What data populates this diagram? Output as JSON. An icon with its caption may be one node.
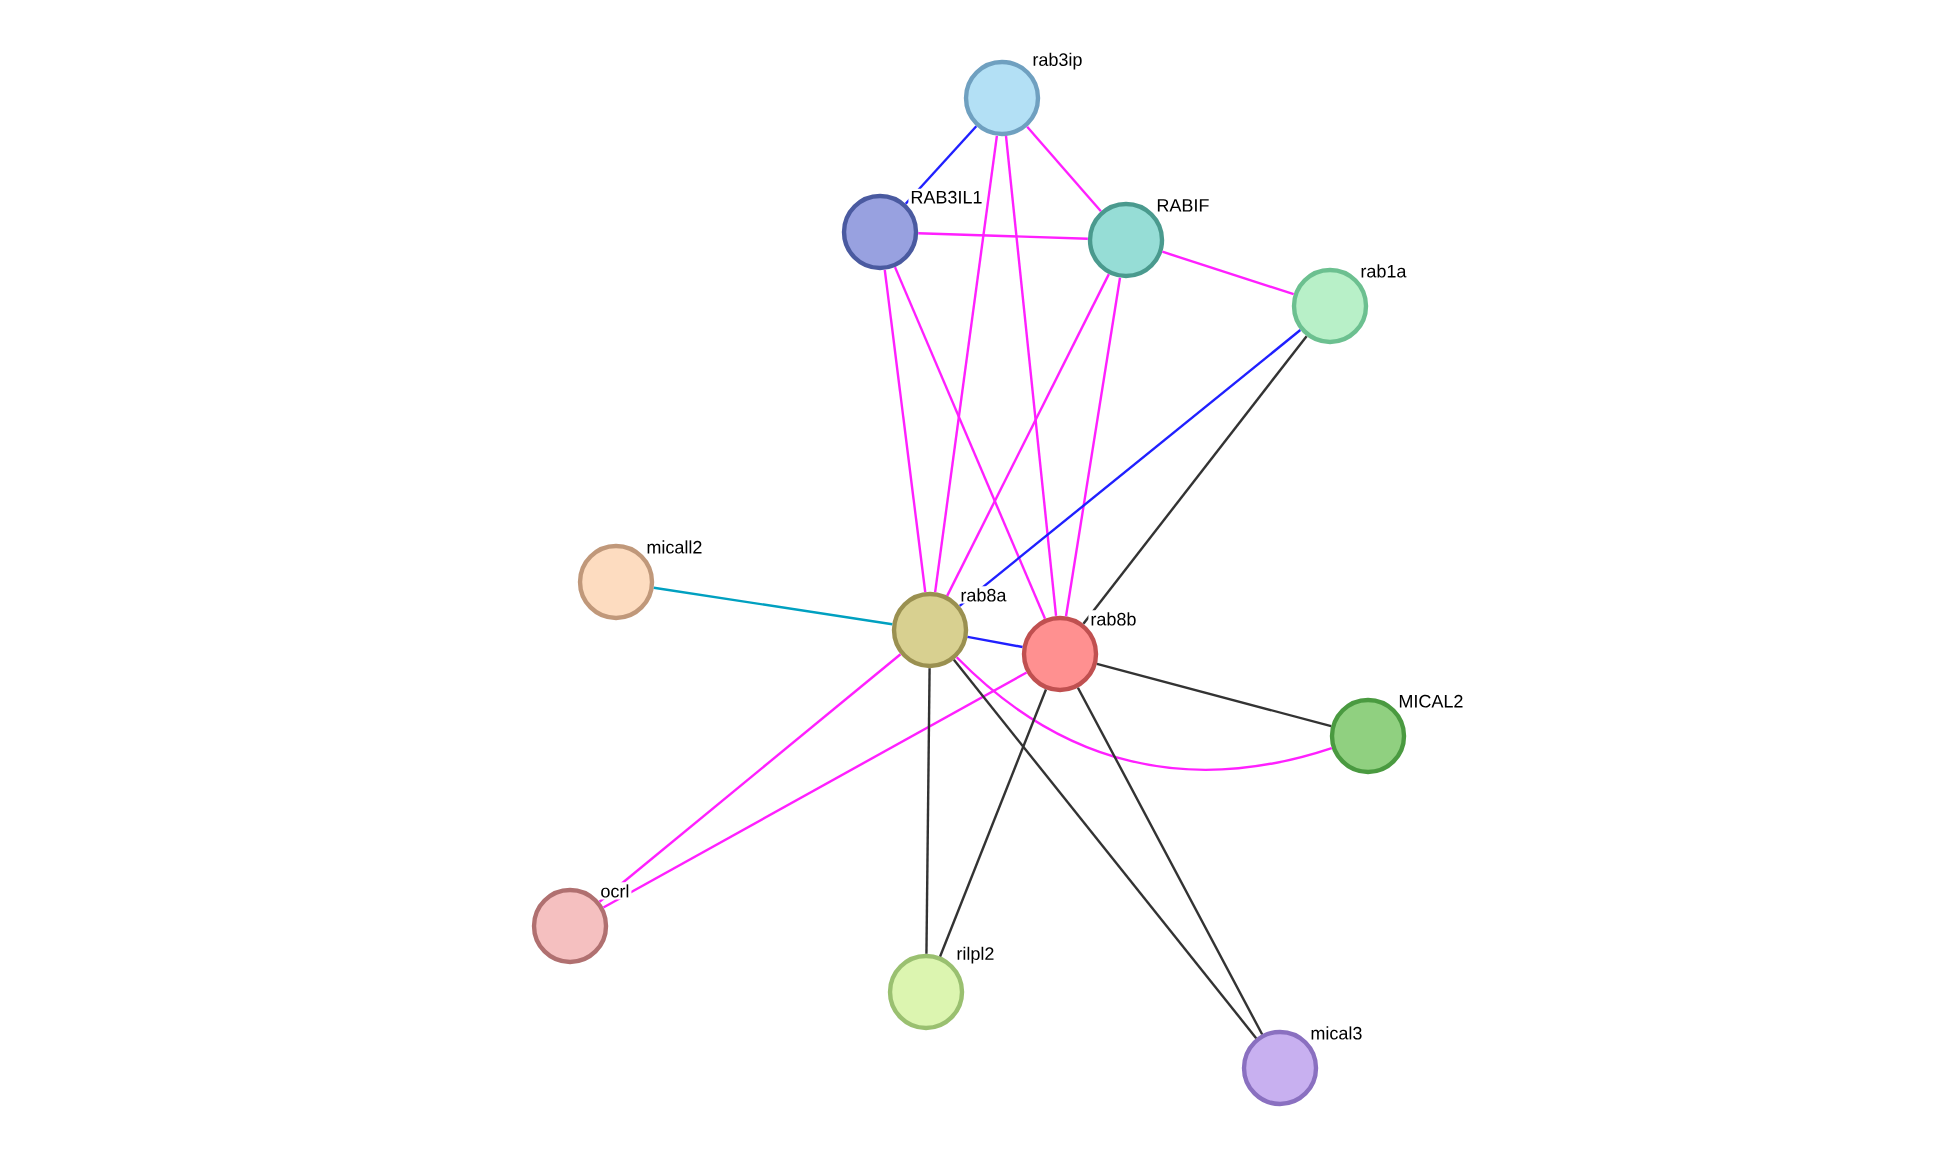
{
  "diagram": {
    "nodes": [
      {
        "text": [
          "rab3ip"
        ]
      },
      {
        "text": [
          "RAB3IL1"
        ]
      },
      {
        "text": [
          "RABIF"
        ]
      },
      {
        "text": [
          "rab1a"
        ]
      },
      {
        "text": [
          "micall2"
        ]
      },
      {
        "text": [
          "rab8a"
        ]
      },
      {
        "text": [
          "rab8b"
        ]
      },
      {
        "text": [
          "MICAL2"
        ]
      },
      {
        "text": [
          "ocrl"
        ]
      },
      {
        "text": [
          "rilpl2"
        ]
      },
      {
        "text": [
          "mical3"
        ]
      }
    ],
    "edges": [
      {
        "from": 0,
        "to": 1,
        "arrow": "none",
        "color": "#2020ff"
      },
      {
        "from": 0,
        "to": 2,
        "arrow": "none"
      },
      {
        "from": 0,
        "to": 5,
        "arrow": "none"
      },
      {
        "from": 0,
        "to": 6,
        "arrow": "none"
      },
      {
        "from": 1,
        "to": 2,
        "arrow": "none"
      },
      {
        "from": 1,
        "to": 5,
        "arrow": "none"
      },
      {
        "from": 1,
        "to": 6,
        "arrow": "none"
      },
      {
        "from": 2,
        "to": 3,
        "arrow": "none"
      },
      {
        "from": 2,
        "to": 5,
        "arrow": "none"
      },
      {
        "from": 2,
        "to": 6,
        "arrow": "none"
      },
      {
        "from": 3,
        "to": 5,
        "arrow": "none",
        "color": "#2020ff"
      },
      {
        "from": 3,
        "to": 6,
        "arrow": "none",
        "color": "#333333"
      },
      {
        "from": 4,
        "to": 5,
        "arrow": "none",
        "color": "#00a0c0"
      },
      {
        "from": 5,
        "to": 6,
        "arrow": "none",
        "color": "#2020ff"
      },
      {
        "from": 5,
        "to": 7,
        "arrow": "none"
      },
      {
        "from": 6,
        "to": 7,
        "arrow": "none",
        "color": "#333333"
      },
      {
        "from": 5,
        "to": 8,
        "arrow": "none"
      },
      {
        "from": 6,
        "to": 8,
        "arrow": "none"
      },
      {
        "from": 5,
        "to": 9,
        "arrow": "none",
        "color": "#333333"
      },
      {
        "from": 6,
        "to": 9,
        "arrow": "none",
        "color": "#333333"
      },
      {
        "from": 5,
        "to": 10,
        "arrow": "none",
        "color": "#333333"
      },
      {
        "from": 6,
        "to": 10,
        "arrow": "none",
        "color": "#333333"
      }
    ]
  }
}
